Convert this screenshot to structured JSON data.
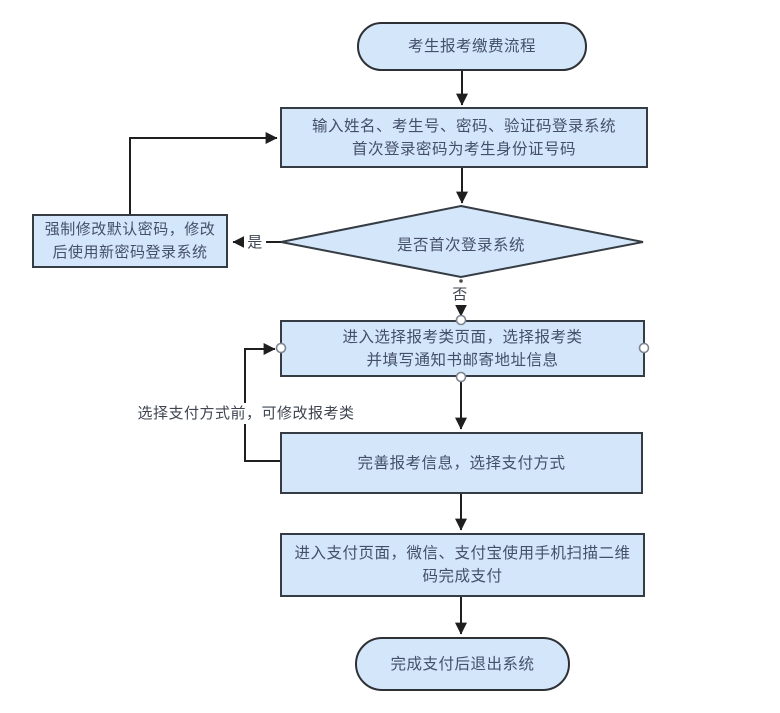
{
  "colors": {
    "background": "#ffffff",
    "node_fill": "#d4e6f9",
    "node_border": "#363c44",
    "node_text": "#44506a",
    "label_text": "#3f4651",
    "line": "#1f1f1f",
    "connector_point_border": "#7d8590"
  },
  "nodes": {
    "start": {
      "label": "考生报考缴费流程"
    },
    "login": {
      "line1": "输入姓名、考生号、密码、验证码登录系统",
      "line2": "首次登录密码为考生身份证号码"
    },
    "decision": {
      "label": "是否首次登录系统"
    },
    "force_change": {
      "line1": "强制修改默认密码，修改",
      "line2": "后使用新密码登录系统"
    },
    "select_category": {
      "line1": "进入选择报考类页面，选择报考类",
      "line2": "并填写通知书邮寄地址信息"
    },
    "complete_info": {
      "label": "完善报考信息，选择支付方式"
    },
    "payment": {
      "line1": "进入支付页面，微信、支付宝使用手机扫描二维",
      "line2": "码完成支付"
    },
    "end": {
      "label": "完成支付后退出系统"
    }
  },
  "edge_labels": {
    "yes": "是",
    "no": "否",
    "modify_note": "选择支付方式前，可修改报考类"
  }
}
